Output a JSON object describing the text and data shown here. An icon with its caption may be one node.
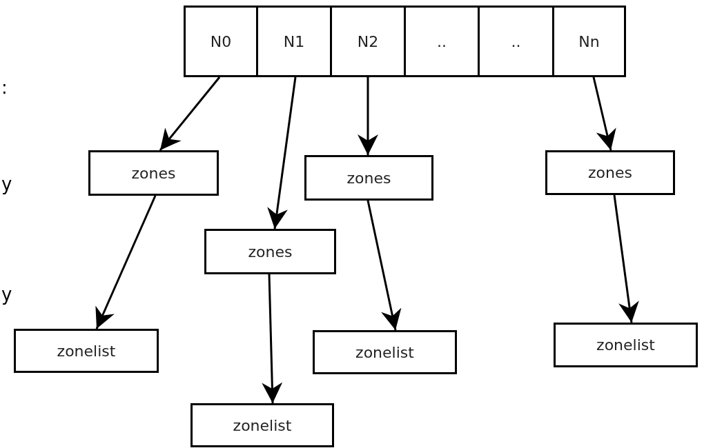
{
  "diagram": {
    "nodes": [
      {
        "text": [
          "N0"
        ]
      },
      {
        "text": [
          "N1"
        ]
      },
      {
        "text": [
          "N2"
        ]
      },
      {
        "text": [
          ".."
        ]
      },
      {
        "text": [
          ".."
        ]
      },
      {
        "text": [
          "Nn"
        ]
      },
      {
        "text": [
          "zones"
        ]
      },
      {
        "text": [
          "zones"
        ]
      },
      {
        "text": [
          "zones"
        ]
      },
      {
        "text": [
          "zones"
        ]
      },
      {
        "text": [
          "zonelist"
        ]
      },
      {
        "text": [
          "zonelist"
        ]
      },
      {
        "text": [
          "zonelist"
        ]
      },
      {
        "text": [
          "zonelist"
        ]
      }
    ],
    "edges": [
      {
        "from": 0,
        "to": 6,
        "arrow": "to"
      },
      {
        "from": 1,
        "to": 9,
        "arrow": "to"
      },
      {
        "from": 2,
        "to": 7,
        "arrow": "to"
      },
      {
        "from": 5,
        "to": 8,
        "arrow": "to"
      },
      {
        "from": 6,
        "to": 10,
        "arrow": "to"
      },
      {
        "from": 9,
        "to": 13,
        "arrow": "to"
      },
      {
        "from": 7,
        "to": 11,
        "arrow": "to"
      },
      {
        "from": 8,
        "to": 12,
        "arrow": "to"
      }
    ],
    "labels": [
      ":",
      "y",
      "y"
    ]
  }
}
